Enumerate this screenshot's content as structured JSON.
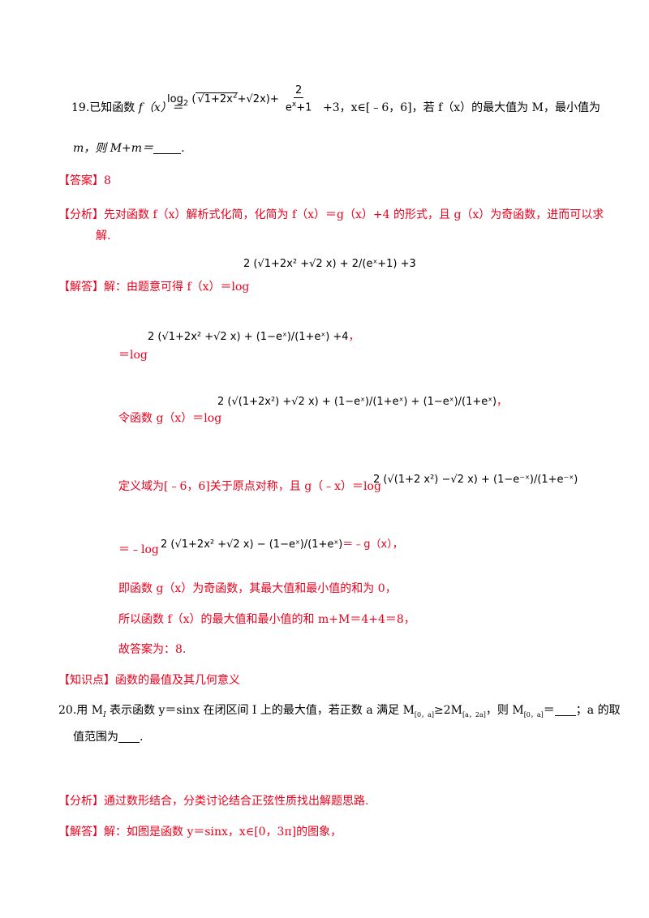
{
  "q19": {
    "stem_prefix": "19.已知函数",
    "fx": "f（x）＝",
    "formula_log": "log",
    "formula_base": "2",
    "formula_sqrt_open": "(",
    "formula_sqrt": "1+2x",
    "formula_sqrt_exp": "2",
    "formula_plus_sqrt2": "+",
    "formula_sqrt2": "2",
    "formula_x_close": "x)+",
    "formula_frac_num": "2",
    "formula_frac_den": "e",
    "formula_frac_den_exp": "x",
    "formula_frac_den_tail": "+1",
    "stem_mid": "+3，x∈[﹣6，6]，若 f（x）的最大值为 M，最小值为",
    "stem_line2": "m，则 M+m＝",
    "stem_line2_end": "."
  },
  "answer": {
    "tag": "【答案】",
    "value": "8"
  },
  "analysis19": {
    "tag": "【分析】",
    "line1": "先对函数 f（x）解析式化简，化简为 f（x）＝g（x）+4 的形式，且 g（x）为奇函数，进而可以求",
    "line2": "解."
  },
  "solution19": {
    "tag": "【解答】",
    "line1_text": "解：由题意可得 f（x）＝log",
    "eq1": "2 (√1+2x² +√2 x) + 2/(eˣ+1) +3",
    "line2_text": "＝log",
    "eq2": "2 (√1+2x² +√2 x) + (1−eˣ)/(1+eˣ) +4",
    "line2_end": "，",
    "line3_text": "令函数 g（x）＝log",
    "eq3": "2 (√(1+2x²) +√2 x) + (1−eˣ)/(1+eˣ) + (1−eˣ)/(1+eˣ)",
    "line3_end": "，",
    "line4_text": "定义域为[﹣6，6]关于原点对称，且 g（﹣x）＝log",
    "eq4": "2 (√(1+2 x²) −√2 x) + (1−e⁻ˣ)/(1+e⁻ˣ)",
    "line5_text": "＝﹣log",
    "eq5": "2 (√1+2x² +√2 x) − (1−eˣ)/(1+eˣ)",
    "line5_end": "＝﹣g（x），",
    "line6": "即函数 g（x）为奇函数，其最大值和最小值的和为 0，",
    "line7": "所以函数 f（x）的最大值和最小值的和 m+M＝4+4＝8，",
    "line8": "故答案为：8."
  },
  "knowledge": {
    "tag": "【知识点】",
    "text": "函数的最值及其几何意义"
  },
  "q20": {
    "line1": "20.用 M",
    "line1_sub": "I",
    "line1_b": " 表示函数 y＝sinx 在闭区间 I 上的最大值，若正数 a 满足 M",
    "sub1": "[0，a]",
    "geq": "≥2M",
    "sub2": "[a，2a]",
    "line1_c": "，则 M",
    "sub3": "[0，a]",
    "line1_d": "＝",
    "line1_e": "；a 的取",
    "line2": "值范围为",
    "line2_end": "."
  },
  "analysis20": {
    "tag": "【分析】",
    "text": "通过数形结合，分类讨论结合正弦性质找出解题思路."
  },
  "solution20": {
    "tag": "【解答】",
    "text": "解：如图是函数 y＝sinx，x∈[0，3π]的图象，"
  }
}
